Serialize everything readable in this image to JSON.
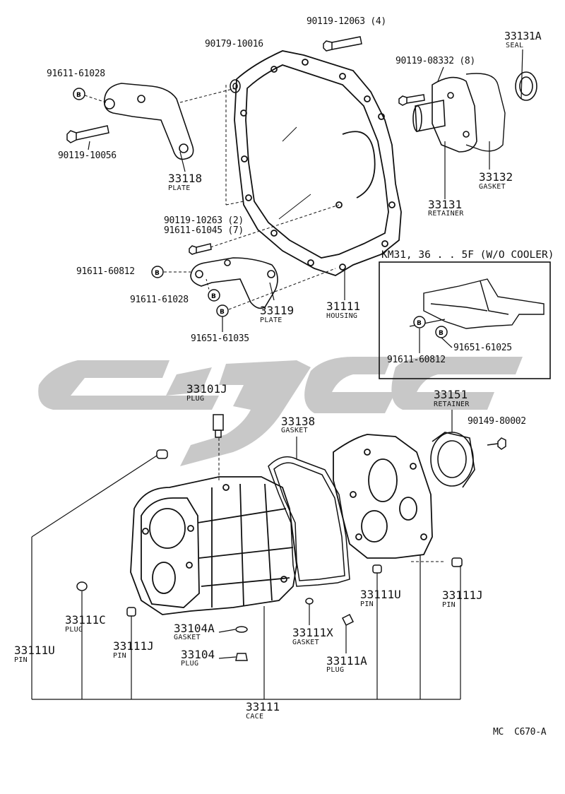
{
  "parts": {
    "p33131A": {
      "num": "33131A",
      "name": "SEAL"
    },
    "p90119_12063": {
      "num": "90119-12063 (4)"
    },
    "p90179_10016": {
      "num": "90179-10016"
    },
    "p90119_08332": {
      "num": "90119-08332 (8)"
    },
    "p91611_61028_top": {
      "num": "91611-61028"
    },
    "p90119_10056": {
      "num": "90119-10056"
    },
    "p33118": {
      "num": "33118",
      "name": "PLATE"
    },
    "p33132": {
      "num": "33132",
      "name": "GASKET"
    },
    "p33131": {
      "num": "33131",
      "name": "RETAINER"
    },
    "p90119_10263": {
      "num": "90119-10263 (2)"
    },
    "p91611_61045": {
      "num": "91611-61045 (7)"
    },
    "p91611_60812": {
      "num": "91611-60812"
    },
    "p91611_61028_mid": {
      "num": "91611-61028"
    },
    "p33119": {
      "num": "33119",
      "name": "PLATE"
    },
    "p31111": {
      "num": "31111",
      "name": "HOUSING"
    },
    "p91651_61035": {
      "num": "91651-61035"
    },
    "p33101J": {
      "num": "33101J",
      "name": "PLUG"
    },
    "p33138": {
      "num": "33138",
      "name": "GASKET"
    },
    "p33151": {
      "num": "33151",
      "name": "RETAINER"
    },
    "p90149_80002": {
      "num": "90149-80002"
    },
    "p33111U_right": {
      "num": "33111U",
      "name": "PIN"
    },
    "p33111J_right": {
      "num": "33111J",
      "name": "PIN"
    },
    "p33111C": {
      "num": "33111C",
      "name": "PLUG"
    },
    "p33111J_left": {
      "num": "33111J",
      "name": "PIN"
    },
    "p33111U_left": {
      "num": "33111U",
      "name": "PIN"
    },
    "p33104A": {
      "num": "33104A",
      "name": "GASKET"
    },
    "p33104": {
      "num": "33104",
      "name": "PLUG"
    },
    "p33111X": {
      "num": "33111X",
      "name": "GASKET"
    },
    "p33111A": {
      "num": "33111A",
      "name": "PLUG"
    },
    "p33111": {
      "num": "33111",
      "name": "CACE"
    }
  },
  "inset": {
    "title": "KM31, 36 . . 5F (W/O COOLER)",
    "p91611_60812": "91611-60812",
    "p91651_61025": "91651-61025"
  },
  "bubble_letter": "B",
  "footer_code": "MC  C670-A",
  "colors": {
    "ink": "#111111",
    "watermark": "#c8c8c8"
  }
}
